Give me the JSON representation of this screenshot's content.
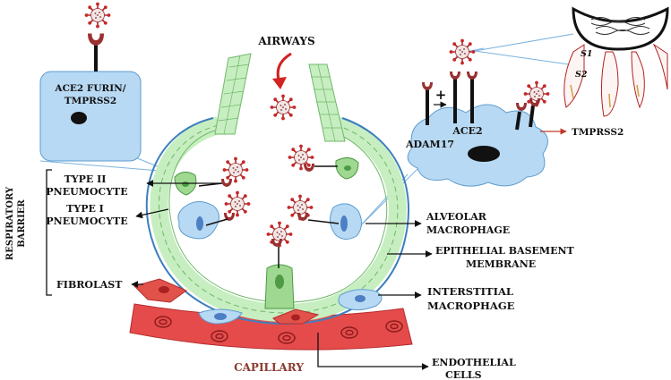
{
  "labels": {
    "airways": "AIRWAYS",
    "ace2_furin_line1": "ACE2 FURIN/",
    "ace2_furin_line2": "TMPRSS2",
    "type2_line1": "TYPE II",
    "type2_line2": "PNEUMOCYTE",
    "type1_line1": "TYPE I",
    "type1_line2": "PNEUMOCYTE",
    "respiratory_line1": "RESPIRATORY",
    "respiratory_line2": "BARRIER",
    "fibroblast": "FIBROLAST",
    "alveolar_line1": "ALVEOLAR",
    "alveolar_line2": "MACROPHAGE",
    "epithelial_line1": "EPITHELIAL BASEMENT",
    "epithelial_line2": "MEMBRANE",
    "interstitial_line1": "INTERSTITIAL",
    "interstitial_line2": "MACROPHAGE",
    "capillary": "CAPILLARY",
    "endothelial_line1": "ENDOTHELIAL",
    "endothelial_line2": "CELLS",
    "ace2": "ACE2",
    "adam17": "ADAM17",
    "tmprss2": "TMPRSS2",
    "plus": "+",
    "s1": "S1",
    "s2": "S2"
  },
  "colors": {
    "epithelium": "#c7eec0",
    "epithelium_stroke": "#6fb86a",
    "membrane": "#3d7fbf",
    "cell_blue": "#b8d9f3",
    "cell_blue_stroke": "#5c9ccf",
    "capillary": "#e64b4b",
    "capillary_cell": "#d9402e",
    "receptor": "#9a3030",
    "virus_spike": "#b22222",
    "virus_body": "#f1e6e6",
    "capillary_label": "#8b3a2f",
    "airway_arrow": "#d22222"
  },
  "icons": {
    "virus": "virus-icon",
    "receptor": "receptor-icon",
    "airway_arrow": "curved-arrow-icon"
  }
}
